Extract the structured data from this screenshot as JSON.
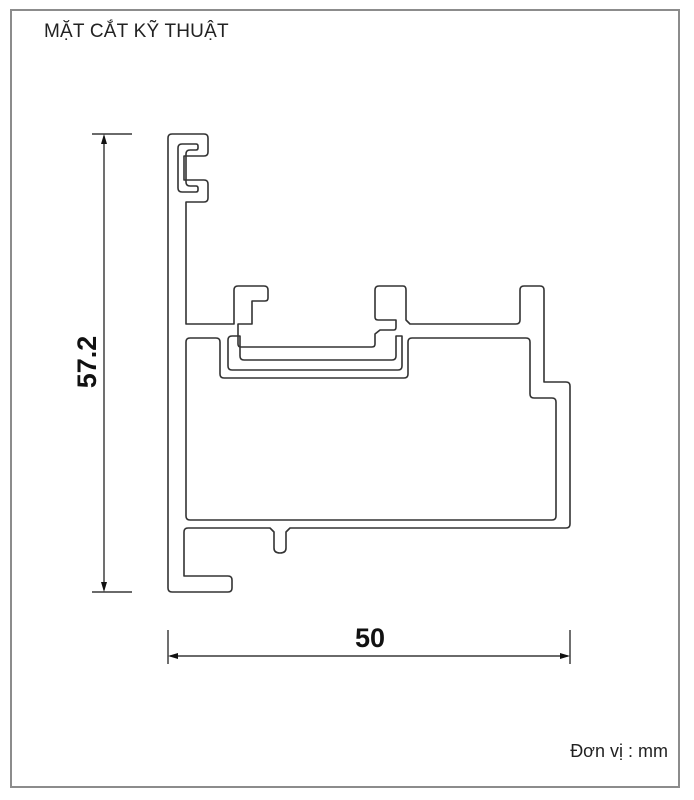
{
  "title": "MẶT CẮT KỸ THUẬT",
  "units_label": "Đơn vị : mm",
  "dimensions": {
    "height_value": "57.2",
    "width_value": "50"
  },
  "colors": {
    "frame_border": "#8c8c8c",
    "profile_stroke": "#333333",
    "dimension_line": "#111111"
  }
}
